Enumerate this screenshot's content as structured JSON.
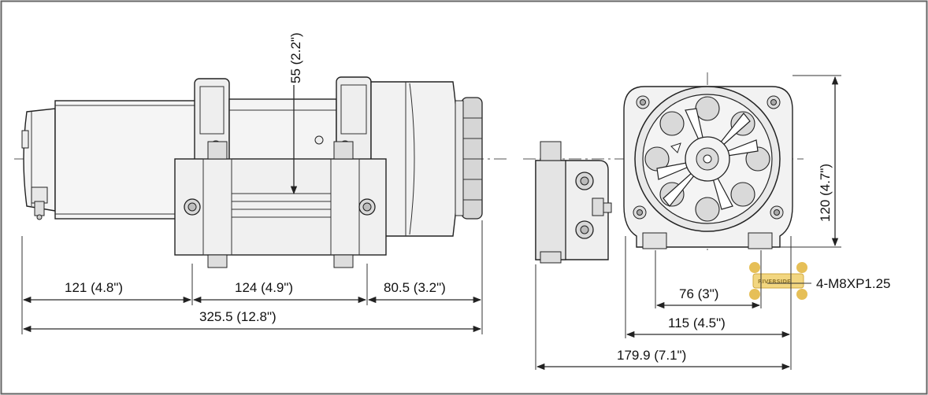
{
  "dimensions": {
    "height_55": "55 (2.2\")",
    "left_121": "121 (4.8\")",
    "mid_124": "124 (4.9\")",
    "right_80_5": "80.5 (3.2\")",
    "total_325_5": "325.5 (12.8\")",
    "height_120": "120 (4.7\")",
    "width_76": "76 (3\")",
    "width_115": "115 (4.5\")",
    "width_179_9": "179.9 (7.1\")",
    "bolt_spec": "4-M8XP1.25"
  },
  "colors": {
    "line": "#2a2a2a",
    "fill_light": "#f2f2f2",
    "fill_mid": "#d9d9d9",
    "fill_dark": "#bdbdbd",
    "logo_gold": "#e2b43a"
  },
  "logo": {
    "text": "RIVERSIDE"
  }
}
